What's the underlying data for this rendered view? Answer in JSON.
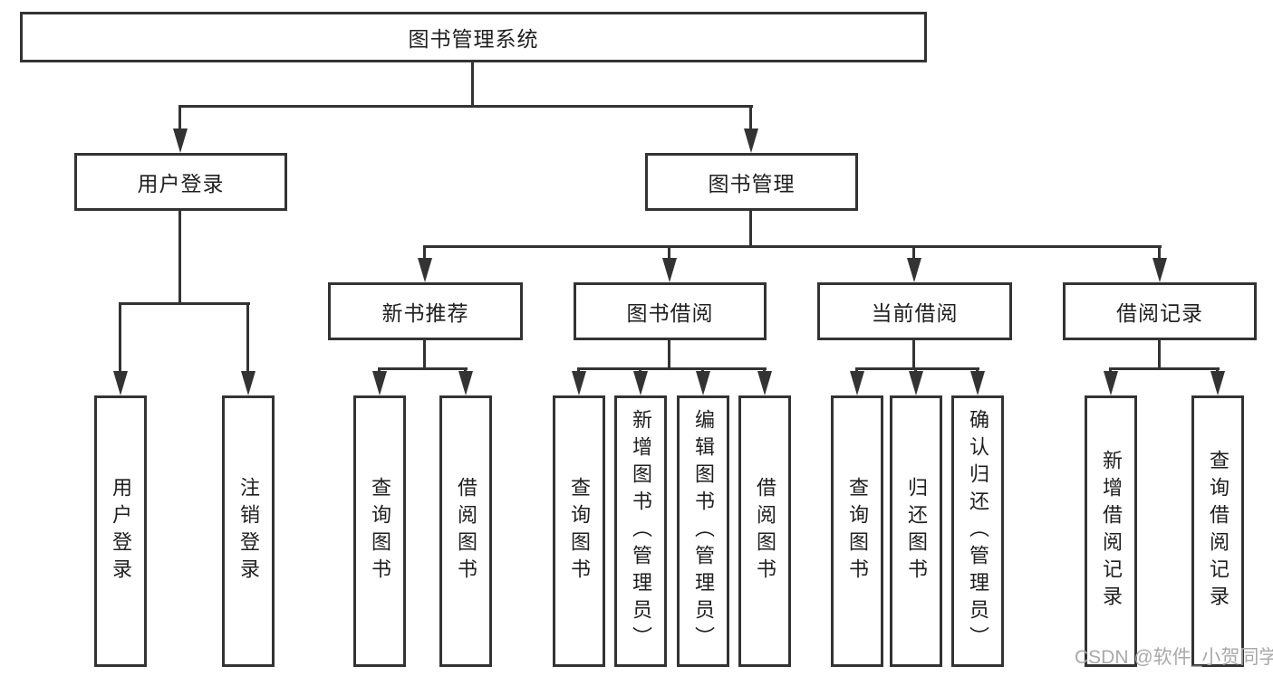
{
  "tree": {
    "label": "图书管理系统",
    "children": [
      {
        "label": "用户登录",
        "children": [
          {
            "label": "用户登录"
          },
          {
            "label": "注销登录"
          }
        ]
      },
      {
        "label": "图书管理",
        "children": [
          {
            "label": "新书推荐",
            "children": [
              {
                "label": "查询图书"
              },
              {
                "label": "借阅图书"
              }
            ]
          },
          {
            "label": "图书借阅",
            "children": [
              {
                "label": "查询图书"
              },
              {
                "label": "新增图书（管理员）"
              },
              {
                "label": "编辑图书（管理员）"
              },
              {
                "label": "借阅图书"
              }
            ]
          },
          {
            "label": "当前借阅",
            "children": [
              {
                "label": "查询图书"
              },
              {
                "label": "归还图书"
              },
              {
                "label": "确认归还（管理员）"
              }
            ]
          },
          {
            "label": "借阅记录",
            "children": [
              {
                "label": "新增借阅记录"
              },
              {
                "label": "查询借阅记录"
              }
            ]
          }
        ]
      }
    ]
  },
  "watermark": "CSDN @软件_小贺同学",
  "colors": {
    "line": "#333333",
    "text": "#1f1f1f",
    "background": "#ffffff",
    "watermark": "#a9a9a9"
  }
}
